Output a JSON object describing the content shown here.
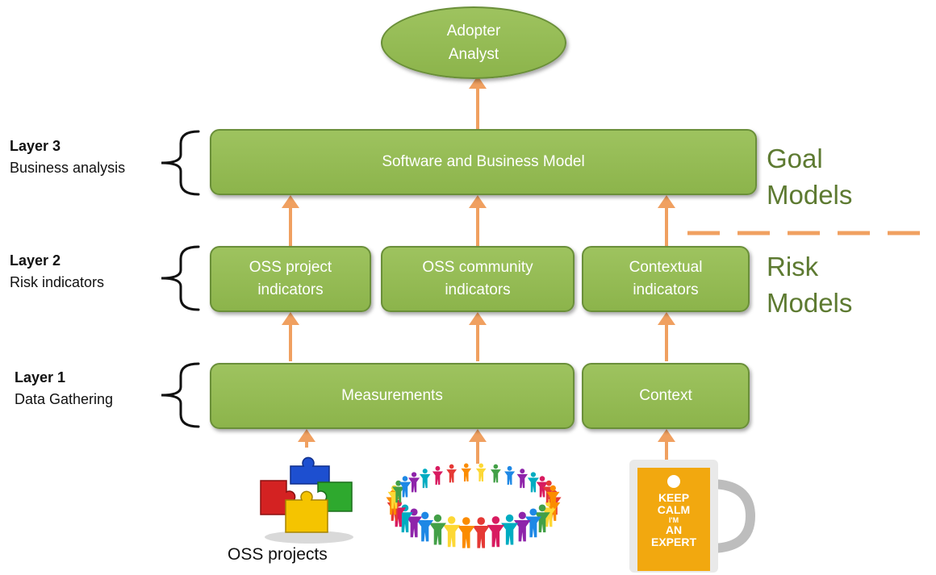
{
  "top_node": {
    "label": "Adopter\nAnalyst"
  },
  "layers": [
    {
      "title": "Layer 3",
      "subtitle": "Business analysis"
    },
    {
      "title": "Layer 2",
      "subtitle": "Risk indicators"
    },
    {
      "title": "Layer 1",
      "subtitle": "Data Gathering"
    }
  ],
  "boxes": {
    "software_business_model": "Software and Business Model",
    "oss_project_indicators": "OSS project\nindicators",
    "oss_community_indicators": "OSS community\nindicators",
    "contextual_indicators": "Contextual\nindicators",
    "measurements": "Measurements",
    "context": "Context"
  },
  "models": {
    "goal": "Goal\nModels",
    "risk": "Risk\nModels"
  },
  "bottom": {
    "oss_projects_label": "OSS projects",
    "mug_text": [
      "KEEP",
      "CALM",
      "I'M",
      "AN",
      "EXPERT"
    ]
  },
  "colors": {
    "box_fill": "#8cb44b",
    "box_border": "#6a8f39",
    "arrow": "#f0a060",
    "model_text": "#5d7a31"
  },
  "icons": [
    "puzzle-pieces-icon",
    "people-circle-icon",
    "keep-calm-mug-icon"
  ]
}
